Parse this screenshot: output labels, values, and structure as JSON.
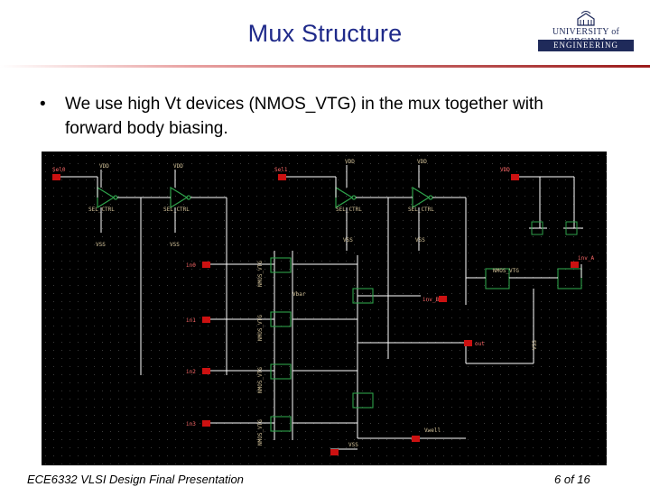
{
  "slide": {
    "title": "Mux Structure",
    "logo_top": "UNIVERSITY of VIRGINIA",
    "logo_bottom": "ENGINEERING",
    "bullet_text": "We use high Vt devices (NMOS_VTG) in the mux together with forward body biasing.",
    "footer_left": "ECE6332 VLSI Design Final Presentation",
    "footer_right": "6 of  16"
  },
  "schematic": {
    "pins": {
      "in0": "in0",
      "in1": "in1",
      "in2": "in2",
      "in3": "in3",
      "sel0": "Sel0",
      "sel1": "Sel1",
      "vdd": "VDD",
      "vss": "VSS",
      "out": "out",
      "vwell": "Vwell",
      "vbar": "Vbar",
      "inv_a": "inv_A",
      "inv_b": "inv_B"
    },
    "cell_labels": {
      "inv1": "SEL_CTRL",
      "inv2": "SEL_CTRL",
      "inv3": "SEL_CTRL",
      "inv4": "SEL_CTRL",
      "nmos": "NMOS_VTG",
      "vdd_top": "VDD",
      "vss_bottom": "VSS"
    },
    "colors": {
      "background": "#000000",
      "wire": "#ffffff",
      "pin": "#cc1111",
      "device": "#2ea04a",
      "label": "#d4c39a"
    }
  }
}
